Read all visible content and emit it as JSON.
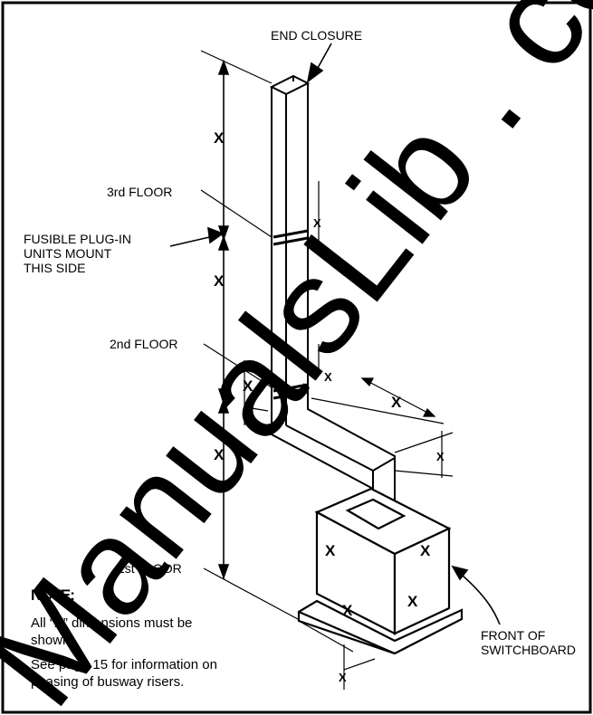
{
  "labels": {
    "end_closure": "END CLOSURE",
    "third_floor": "3rd FLOOR",
    "fusible_1": "FUSIBLE PLUG-IN",
    "fusible_2": "UNITS MOUNT",
    "fusible_3": "THIS SIDE",
    "second_floor": "2nd FLOOR",
    "first_floor": "1st FLOOR",
    "front_1": "FRONT OF",
    "front_2": "SWITCHBOARD"
  },
  "dimension_mark": "X",
  "note": {
    "title": "NOTE:",
    "line1": "All “X” dimensions must be",
    "line2": "shown.",
    "line3": "See page 15 for information on",
    "line4": "phasing of busway risers."
  },
  "watermark_text": "ManualsLib . com"
}
